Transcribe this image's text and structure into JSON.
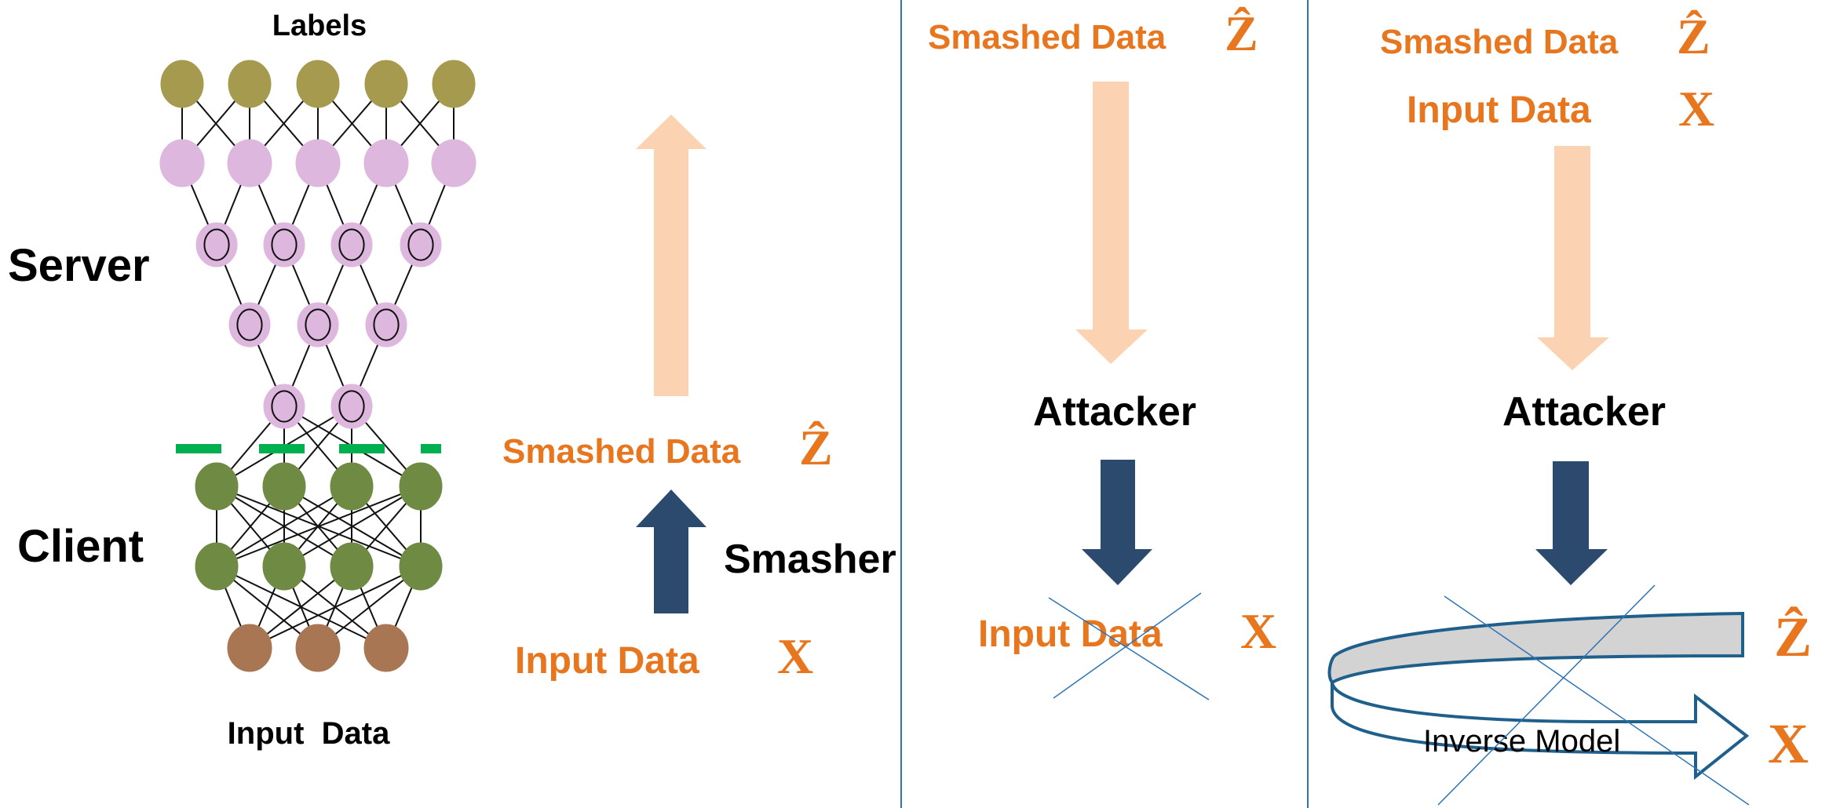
{
  "left_panel": {
    "labels_title": "Labels",
    "server_label": "Server",
    "client_label": "Client",
    "input_caption": "Input  Data",
    "smashed_label": "Smashed Data",
    "smashed_symbol": "Ẑ",
    "smasher_label": "Smasher",
    "input_label": "Input Data",
    "input_symbol": "X"
  },
  "middle_panel": {
    "smashed_label": "Smashed Data",
    "smashed_symbol": "Ẑ",
    "attacker_label": "Attacker",
    "input_label": "Input Data",
    "input_symbol": "X"
  },
  "right_panel": {
    "smashed_label": "Smashed Data",
    "smashed_symbol": "Ẑ",
    "input_label": "Input Data",
    "input_symbol": "X",
    "attacker_label": "Attacker",
    "inverse_model_label": "Inverse Model",
    "out_symbol_z": "Ẑ",
    "out_symbol_x": "X"
  },
  "colors": {
    "label_node": "#A59A4E",
    "server_node": "#DDB7DD",
    "client_node": "#6E8A43",
    "input_node": "#A87652",
    "cut_line": "#00B050",
    "orange_text": "#E8761E",
    "light_arrow": "#FBD3B2",
    "dark_arrow": "#2C4A6E",
    "divider": "#2E74B5"
  }
}
